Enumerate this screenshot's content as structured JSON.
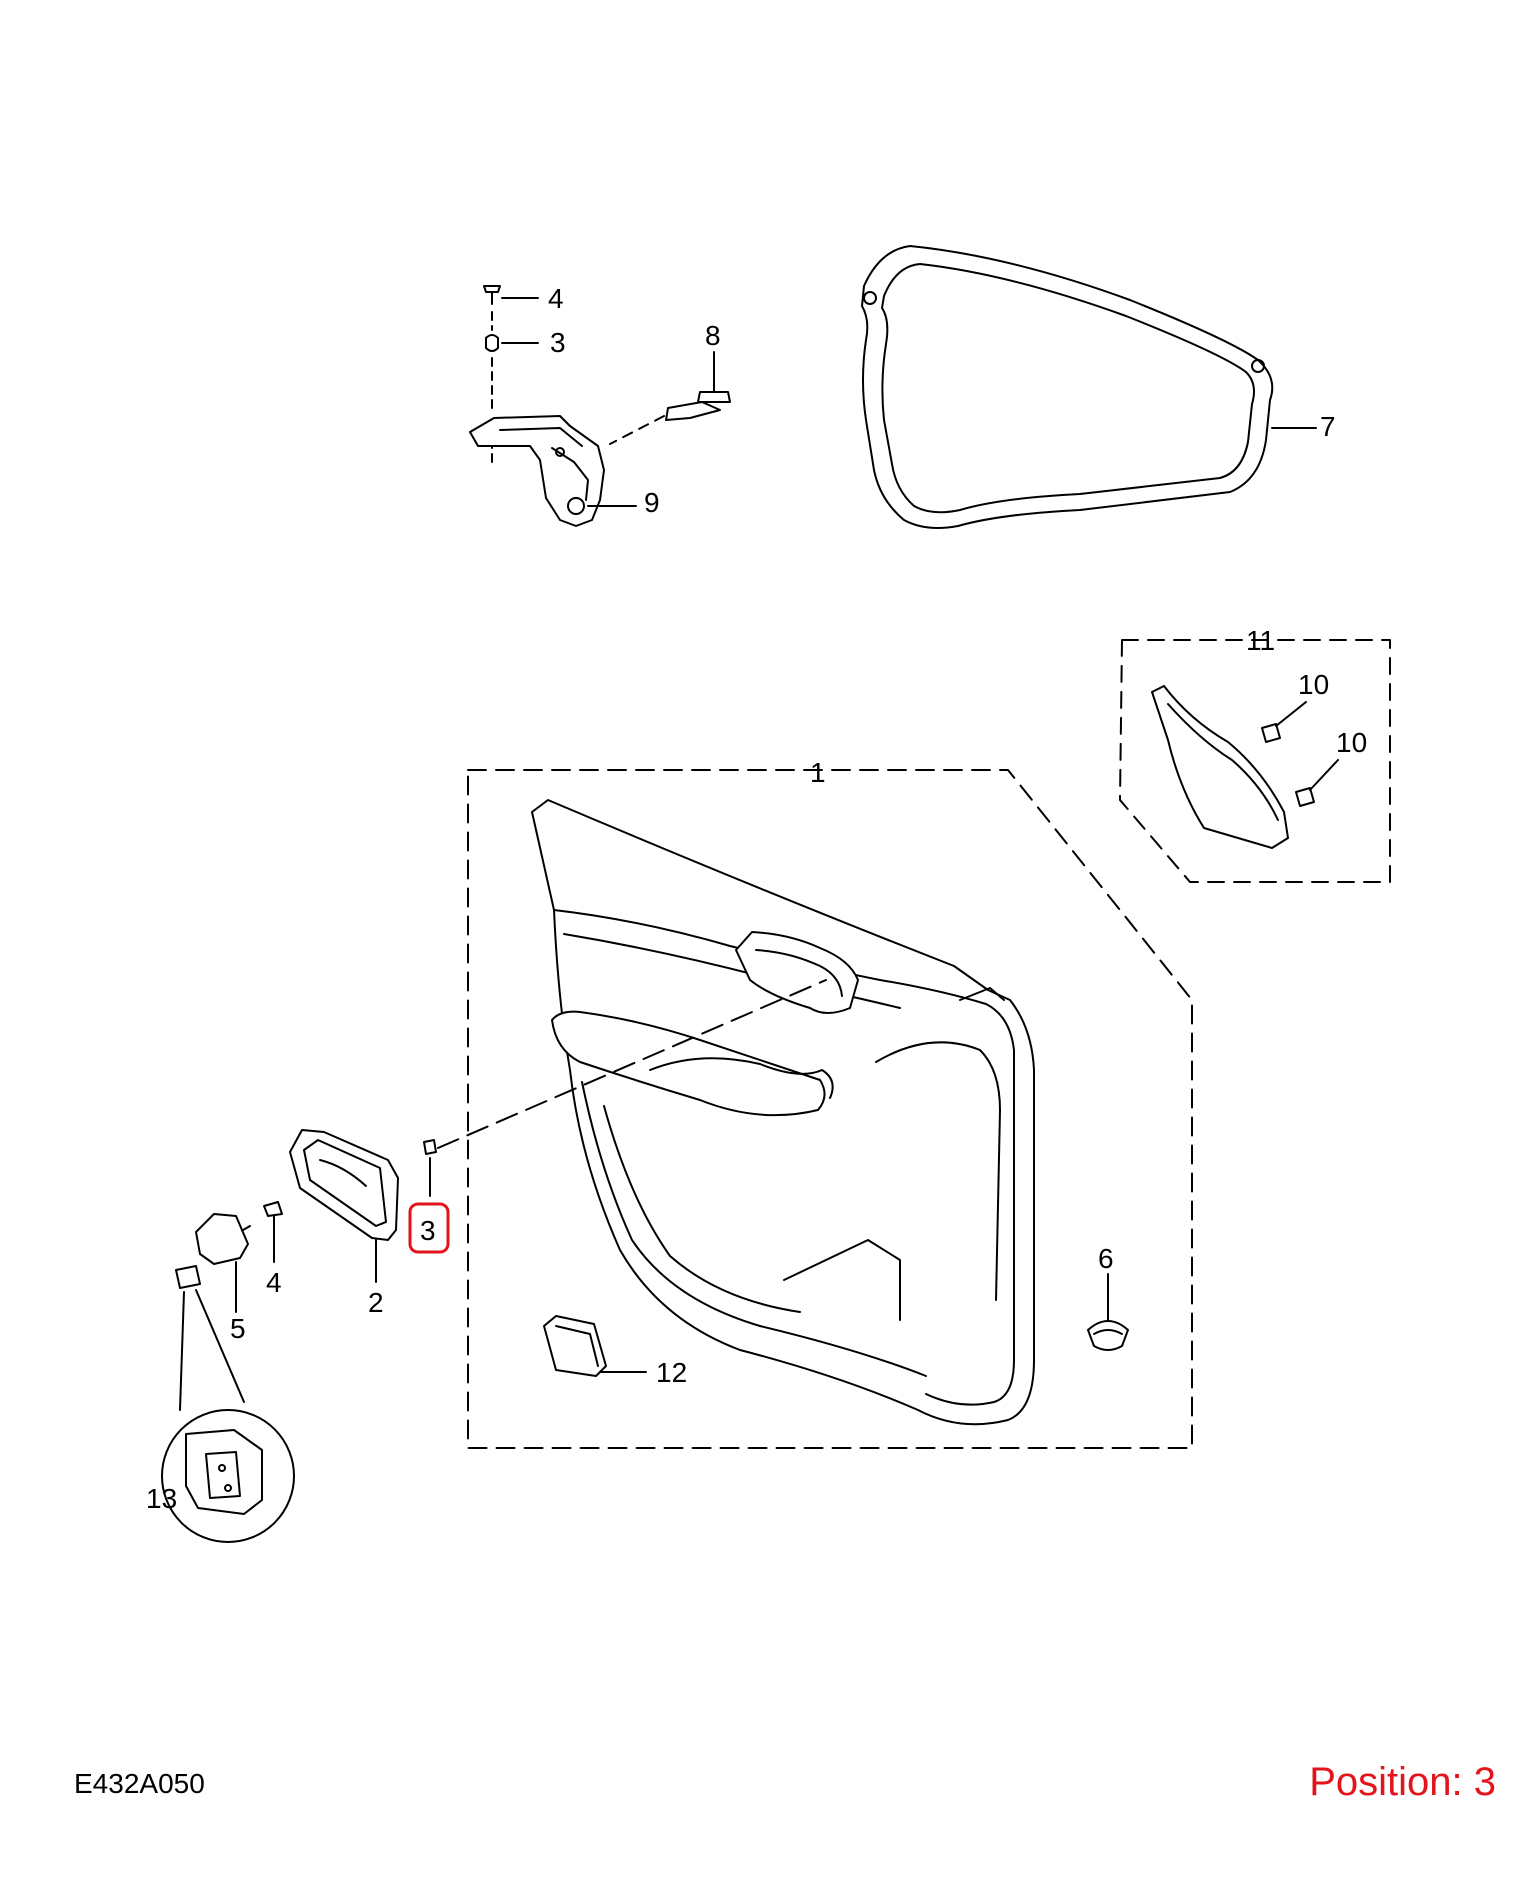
{
  "diagram": {
    "code": "E432A050",
    "position_label": "Position: 3",
    "highlight_color": "#e3141b",
    "line_color": "#000000",
    "callouts": {
      "c1": "1",
      "c2": "2",
      "c3a": "3",
      "c3b": "3",
      "c4a": "4",
      "c4b": "4",
      "c5": "5",
      "c6": "6",
      "c7": "7",
      "c8": "8",
      "c9": "9",
      "c10a": "10",
      "c10b": "10",
      "c11": "11",
      "c12": "12",
      "c13": "13"
    },
    "selected_callout": "3"
  }
}
